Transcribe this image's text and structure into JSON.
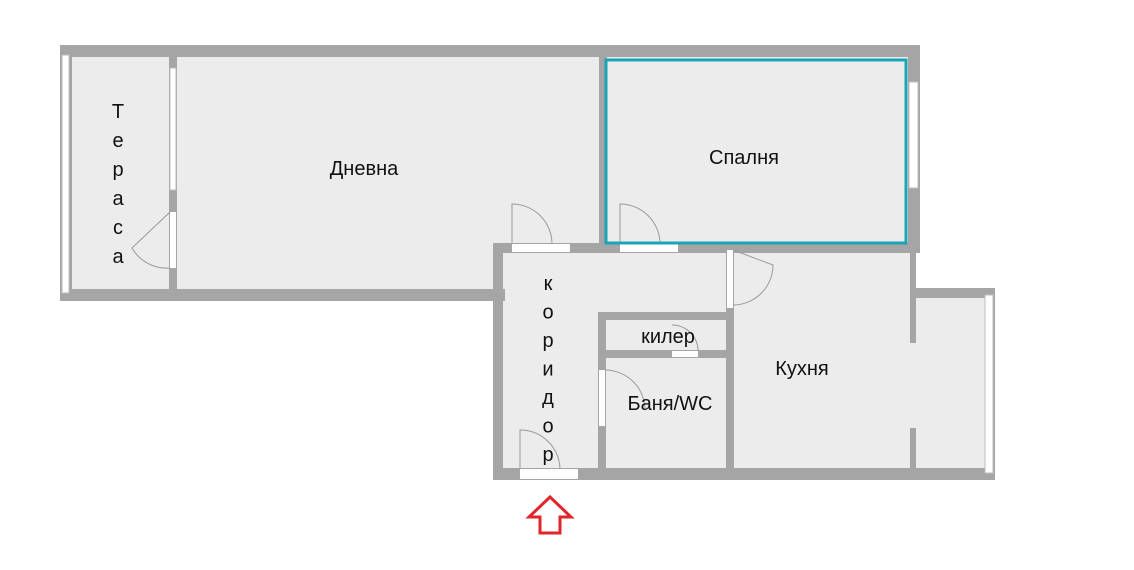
{
  "plan": {
    "rooms": [
      {
        "id": "terrace",
        "label": "Тераса",
        "orientation": "vertical"
      },
      {
        "id": "living",
        "label": "Дневна",
        "orientation": "horizontal"
      },
      {
        "id": "bedroom",
        "label": "Спалня",
        "orientation": "horizontal",
        "highlighted": true
      },
      {
        "id": "corridor",
        "label": "коридор",
        "orientation": "vertical"
      },
      {
        "id": "storage",
        "label": "килер",
        "orientation": "horizontal"
      },
      {
        "id": "bathroom",
        "label": "Баня/WC",
        "orientation": "horizontal"
      },
      {
        "id": "kitchen",
        "label": "Кухня",
        "orientation": "horizontal"
      }
    ],
    "entrance": {
      "icon": "arrow-up-outline-icon"
    }
  },
  "colors": {
    "wall": "#a5a5a5",
    "floor": "#ececec",
    "highlight": "#1aa5b7",
    "entrance_arrow": "#e0262b",
    "window": "#ffffff",
    "door_swing": "#9a9a9a"
  }
}
